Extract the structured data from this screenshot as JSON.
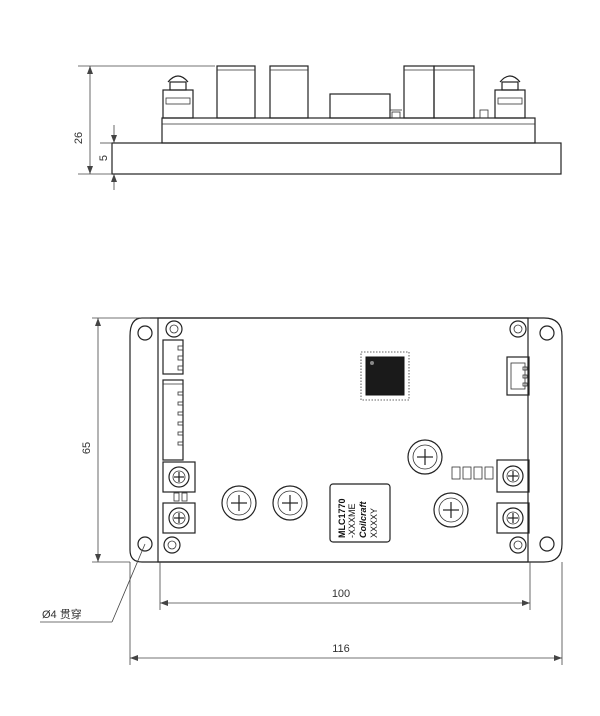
{
  "side_view": {
    "dim_total_height": "26",
    "dim_base_thickness": "5"
  },
  "top_view": {
    "dim_height": "65",
    "dim_hole_spacing": "100",
    "dim_total_width": "116",
    "hole_note": "Ø4 贯穿",
    "label_chip": {
      "lines": [
        "MLC1770",
        "-XXXME",
        "Coilcraft",
        "XXXXY"
      ]
    }
  }
}
